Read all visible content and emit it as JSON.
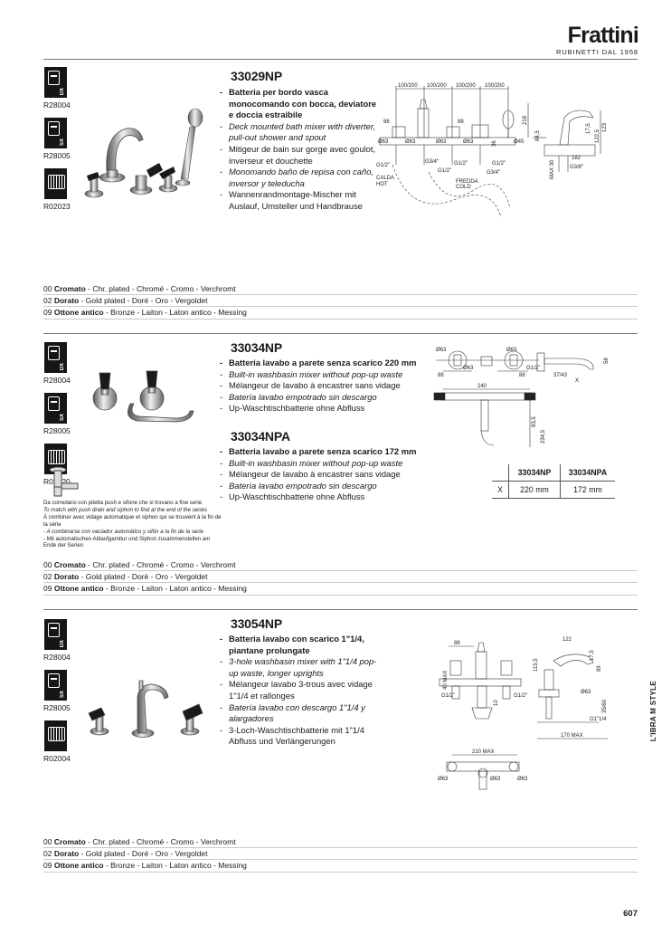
{
  "brand": {
    "name": "Frattini",
    "tagline": "RUBINETTI DAL 1958"
  },
  "products": [
    {
      "title": "33029NP",
      "codes": [
        "R28004",
        "R28005",
        "R02023"
      ],
      "icons": [
        {
          "name": "cartridge-dx-icon",
          "tag": "DX"
        },
        {
          "name": "cartridge-sx-icon",
          "tag": "SX"
        },
        {
          "name": "diverter-icon",
          "tag": ""
        }
      ],
      "descriptions": [
        {
          "text": "Batteria per bordo vasca monocomando con bocca, deviatore e doccia estraibile",
          "style": "b"
        },
        {
          "text": "Deck mounted bath mixer with diverter, pull-out shower and spout",
          "style": "i"
        },
        {
          "text": "Mitigeur de bain sur gorge avec goulot, inverseur et douchette",
          "style": "n"
        },
        {
          "text": "Monomando baño de repisa con caño, inversor y teleducha",
          "style": "i"
        },
        {
          "text": "Wannenrandmontage-Mischer mit Auslauf, Umsteller und Handbrause",
          "style": "n"
        }
      ],
      "drawing_labels": {
        "spacings": [
          "100/200",
          "100/200",
          "100/200",
          "100/200"
        ],
        "side_left": "88",
        "side_mid": "88",
        "diam_a": "Ø63",
        "diam_b": "Ø63",
        "diam_c": "Ø63",
        "diam_d": "Ø63",
        "diam_e": "Ø45",
        "thread_a": "G1/2\"",
        "thread_b": "G3/4\"",
        "thread_c": "G1/2\"",
        "thread_d": "G1/2\"",
        "thread_e": "G1/2\"",
        "thread_f": "G3/4\"",
        "thread_g": "G3/8\"",
        "h1": "218",
        "h2": "84,5",
        "h3": "36",
        "max30": "MAX 30",
        "calda": "CALDA",
        "hot": "HOT",
        "fredda": "FREDDA",
        "cold": "COLD",
        "side_dims": [
          "123",
          "122,5",
          "17,5",
          "182"
        ]
      }
    },
    {
      "title": "33034NP",
      "codes": [
        "R28004",
        "R28005",
        "R02020"
      ],
      "icons": [
        {
          "name": "cartridge-dx-icon",
          "tag": "DX"
        },
        {
          "name": "cartridge-sx-icon",
          "tag": "SX"
        },
        {
          "name": "diverter-icon",
          "tag": ""
        }
      ],
      "descriptions": [
        {
          "text": "Batteria lavabo a parete senza scarico 220 mm",
          "style": "b"
        },
        {
          "text": "Built-in washbasin mixer without pop-up waste",
          "style": "i"
        },
        {
          "text": "Mélangeur de lavabo à encastrer sans vidage",
          "style": "n"
        },
        {
          "text": "Batería lavabo empotrado sin descargo",
          "style": "i"
        },
        {
          "text": "Up-Waschtischbatterie ohne Abfluss",
          "style": "n"
        }
      ],
      "sub_title": "33034NPA",
      "sub_descriptions": [
        {
          "text": "Batteria lavabo a parete senza scarico 172 mm",
          "style": "b"
        },
        {
          "text": "Built-in washbasin mixer without pop-up waste",
          "style": "i"
        },
        {
          "text": "Mélangeur de lavabo à encastrer sans vidage",
          "style": "n"
        },
        {
          "text": "Batería lavabo empotrado sin descargo",
          "style": "i"
        },
        {
          "text": "Up-Waschtischbatterie ohne Abfluss",
          "style": "n"
        }
      ],
      "note": [
        {
          "text": "Da corredarsi con piletta push e sifone che si trovano a fine serie",
          "style": "n"
        },
        {
          "text": "To match with push drain and siphon to find at the end of the series",
          "style": "i"
        },
        {
          "text": "À combiner avec vidage automatique et siphon qui se trouvent à la fin de la série",
          "style": "n"
        },
        {
          "text": "- A combinarse con vaciador automático y sifón a la fin de la serie",
          "style": "i"
        },
        {
          "text": "- Mit automatischen Ablaufgarnitur und Siphon zusammenstellen am Ende der Serien",
          "style": "n"
        }
      ],
      "dim_table": {
        "headers": [
          "",
          "33034NP",
          "33034NPA"
        ],
        "rows": [
          [
            "X",
            "220 mm",
            "172 mm"
          ]
        ]
      },
      "drawing_labels": {
        "diam_a": "Ø63",
        "diam_b": "Ø63",
        "diam_c": "Ø63",
        "w1": "88",
        "w2": "88",
        "x": "X",
        "thread": "G1/2\"",
        "d37": "37/43",
        "d58": "58",
        "w240": "240",
        "h83": "83,5",
        "h234": "234,5"
      }
    },
    {
      "title": "33054NP",
      "codes": [
        "R28004",
        "R28005",
        "R02004"
      ],
      "icons": [
        {
          "name": "cartridge-dx-icon",
          "tag": "DX"
        },
        {
          "name": "cartridge-sx-icon",
          "tag": "SX"
        },
        {
          "name": "diverter-icon",
          "tag": ""
        }
      ],
      "descriptions": [
        {
          "text": "Batteria lavabo con scarico 1\"1/4, piantane prolungate",
          "style": "b"
        },
        {
          "text": "3-hole washbasin mixer with 1\"1/4 pop-up waste, longer uprights",
          "style": "i"
        },
        {
          "text": "Mélangeur lavabo 3-trous avec vidage 1\"1/4 et rallonges",
          "style": "n"
        },
        {
          "text": "Batería lavabo con descargo 1\"1/4 y alargadores",
          "style": "i"
        },
        {
          "text": "3-Loch-Waschtischbatterie mit 1\"1/4 Abfluss und Verlängerungen",
          "style": "n"
        }
      ],
      "drawing_labels": {
        "w88": "88",
        "max40": "40 MAX",
        "h115": "115,5",
        "h10": "10",
        "thread_l": "G1/2\"",
        "thread_r": "G1/2\"",
        "w122": "122",
        "h89": "89",
        "h1": "17,5",
        "diam": "Ø63",
        "max35": "35/60",
        "thread_waste": "G1\"1/4",
        "max170": "170 MAX",
        "max210": "210 MAX",
        "diam_a": "Ø63",
        "diam_b": "Ø63",
        "diam_c": "Ø63"
      }
    }
  ],
  "finishes": [
    {
      "code": "00",
      "name": "Cromato",
      "rest": " - Chr. plated - Chromé - Cromo - Verchromt"
    },
    {
      "code": "02",
      "name": "Dorato",
      "rest": " - Gold plated - Doré - Oro - Vergoldet"
    },
    {
      "code": "09",
      "name": "Ottone antico",
      "rest": " - Bronze - Laiton - Laton antico - Messing"
    }
  ],
  "side_label": "L'IBRA M STYLE",
  "page_number": "607",
  "colors": {
    "ink": "#1a1a1a",
    "rule": "#777777",
    "chrome_light": "#e8e8e8",
    "chrome_dark": "#555555"
  }
}
